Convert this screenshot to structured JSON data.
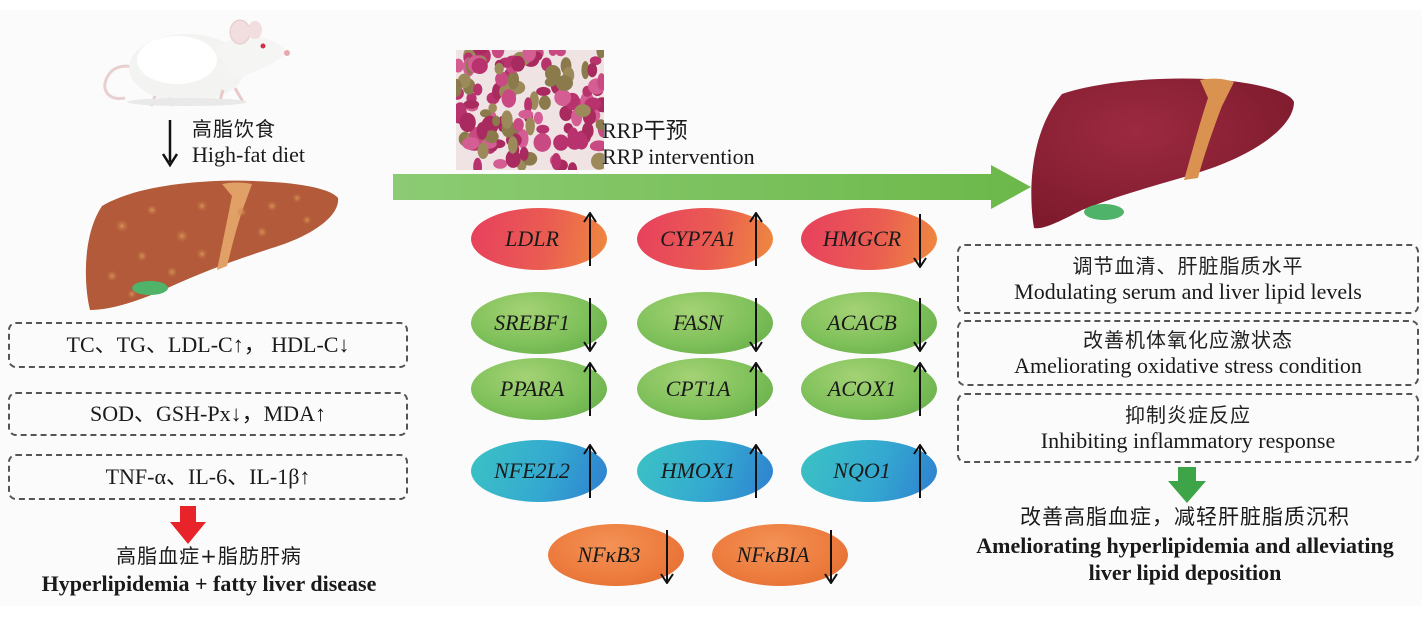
{
  "left": {
    "diet_label_zh": "高脂饮食",
    "diet_label_en": "High-fat diet",
    "boxes": [
      {
        "text": "TC、TG、LDL-C↑， HDL-C↓"
      },
      {
        "text": "SOD、GSH-Px↓，MDA↑"
      },
      {
        "text": "TNF-α、IL-6、IL-1β↑"
      }
    ],
    "outcome_zh": "高脂血症+脂肪肝病",
    "outcome_en": "Hyperlipidemia + fatty liver disease"
  },
  "center": {
    "intervention_zh": "RRP干预",
    "intervention_en": "RRP intervention",
    "genes": [
      {
        "name": "LDLR",
        "direction": "up",
        "color": "red"
      },
      {
        "name": "CYP7A1",
        "direction": "up",
        "color": "red"
      },
      {
        "name": "HMGCR",
        "direction": "down",
        "color": "red"
      },
      {
        "name": "SREBF1",
        "direction": "down",
        "color": "green"
      },
      {
        "name": "FASN",
        "direction": "down",
        "color": "green"
      },
      {
        "name": "ACACB",
        "direction": "down",
        "color": "green"
      },
      {
        "name": "PPARA",
        "direction": "up",
        "color": "green"
      },
      {
        "name": "CPT1A",
        "direction": "up",
        "color": "green"
      },
      {
        "name": "ACOX1",
        "direction": "up",
        "color": "green"
      },
      {
        "name": "NFE2L2",
        "direction": "up",
        "color": "teal"
      },
      {
        "name": "HMOX1",
        "direction": "up",
        "color": "teal"
      },
      {
        "name": "NQO1",
        "direction": "up",
        "color": "teal"
      },
      {
        "name": "NFκB3",
        "direction": "down",
        "color": "orange"
      },
      {
        "name": "NFκBIA",
        "direction": "down",
        "color": "orange"
      }
    ]
  },
  "right": {
    "boxes": [
      {
        "zh": "调节血清、肝脏脂质水平",
        "en": "Modulating serum and liver lipid levels"
      },
      {
        "zh": "改善机体氧化应激状态",
        "en": "Ameliorating oxidative stress condition"
      },
      {
        "zh": "抑制炎症反应",
        "en": "Inhibiting inflammatory response"
      }
    ],
    "outcome_zh": "改善高脂血症，减轻肝脏脂质沉积",
    "outcome_en_line1": "Ameliorating hyperlipidemia and alleviating",
    "outcome_en_line2": "liver lipid deposition"
  },
  "colors": {
    "main_arrow": "#7dc15f",
    "red_arrow": "#e8232a",
    "green_arrow": "#3ea448",
    "fatty_liver": "#b25a3a",
    "healthy_liver": "#8e1f33",
    "gallbladder": "#4fb36a"
  }
}
